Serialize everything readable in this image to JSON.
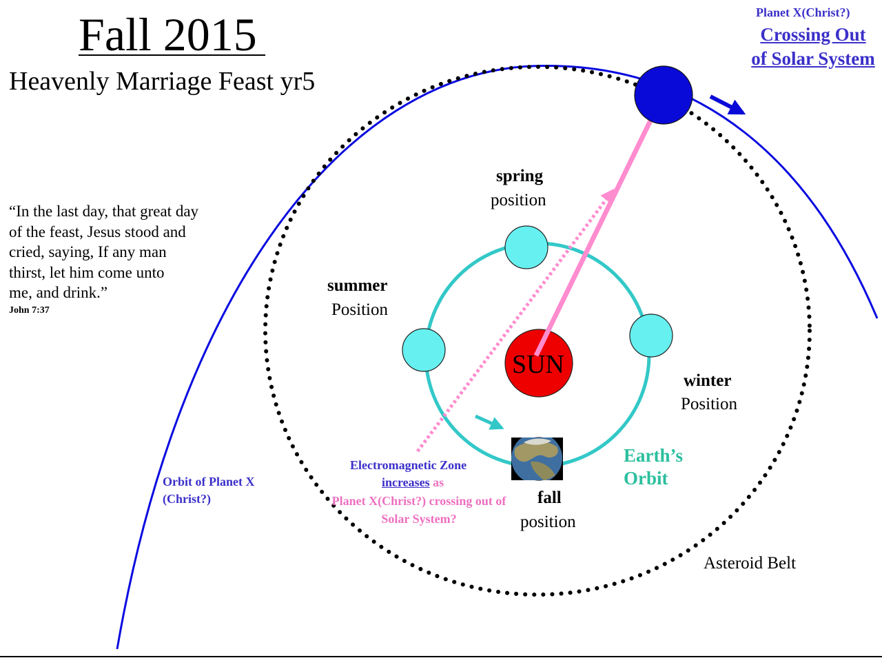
{
  "title": {
    "prefix": "Fall",
    "year": "2015",
    "subtitle": "Heavenly Marriage Feast yr5"
  },
  "quote": {
    "lines": [
      "“In the last day, that great day",
      "of the feast, Jesus stood and",
      "cried, saying, If any man",
      "thirst, let him come unto",
      "me, and drink.”"
    ],
    "reference": "John 7:37"
  },
  "planet_x": {
    "label": "Planet X(Christ?)",
    "crossing": "Crossing Out of Solar System",
    "orbit_label": "Orbit of Planet X (Christ?)"
  },
  "seasons": {
    "spring": {
      "name": "spring",
      "word": "position"
    },
    "summer": {
      "name": "summer",
      "word": "Position"
    },
    "winter": {
      "name": "winter",
      "word": "Position"
    },
    "fall": {
      "name": "fall",
      "word": "position"
    }
  },
  "sun": {
    "label": "SUN"
  },
  "earth_orbit": {
    "label": "Earth’s Orbit"
  },
  "em_zone": {
    "line1": "Electromagnetic Zone",
    "underlined": "increases",
    "as": " as",
    "rest": "Planet X(Christ?) crossing out of Solar System?"
  },
  "asteroid_belt": {
    "label": "Asteroid Belt"
  },
  "colors": {
    "planet_x": "#0a0ad8",
    "orbit_x": "#0a0ae0",
    "earth_orbit": "#33c8c8",
    "season_planet": "#66f0f0",
    "sun": "#ee0000",
    "em_line": "#ff8ccf",
    "label_blue": "#3b30c9",
    "label_pink": "#ee6fc0",
    "label_teal": "#2bbf9e"
  },
  "icons": {
    "earth": "earth-globe-icon",
    "direction": "arrow-icon"
  }
}
